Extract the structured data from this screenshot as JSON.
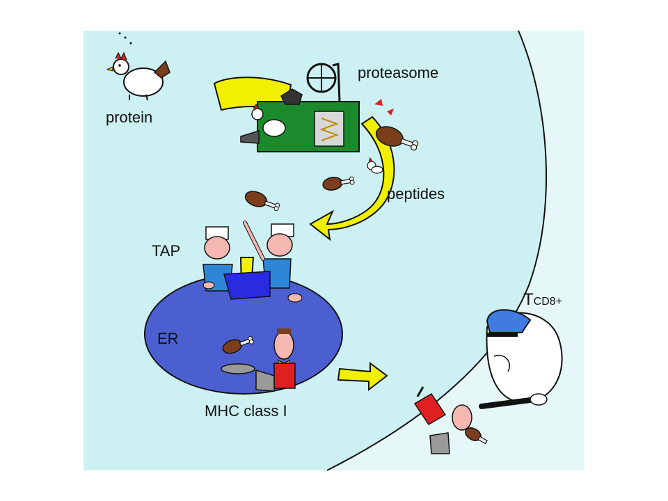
{
  "labels": {
    "protein": "protein",
    "proteasome": "proteasome",
    "peptides": "peptides",
    "tap": "TAP",
    "er": "ER",
    "mhc": "MHC class I",
    "tcell_main": "T",
    "tcell_sub": "CD8+"
  },
  "colors": {
    "cytoplasm": "#cdf0f2",
    "extracellular": "#e6f7f8",
    "er": "#4c5fd0",
    "arrow": "#f0f000",
    "proteasome_box": "#1a8a2c",
    "cap": "#3f7be0",
    "drumstick": "#7a3e1c",
    "apron": "#2f86d6",
    "red_shirt": "#e02020"
  },
  "icons": {
    "chicken": "chicken-icon",
    "drumstick": "drumstick-icon",
    "chef": "chef-icon",
    "policeman": "policeman-icon"
  }
}
